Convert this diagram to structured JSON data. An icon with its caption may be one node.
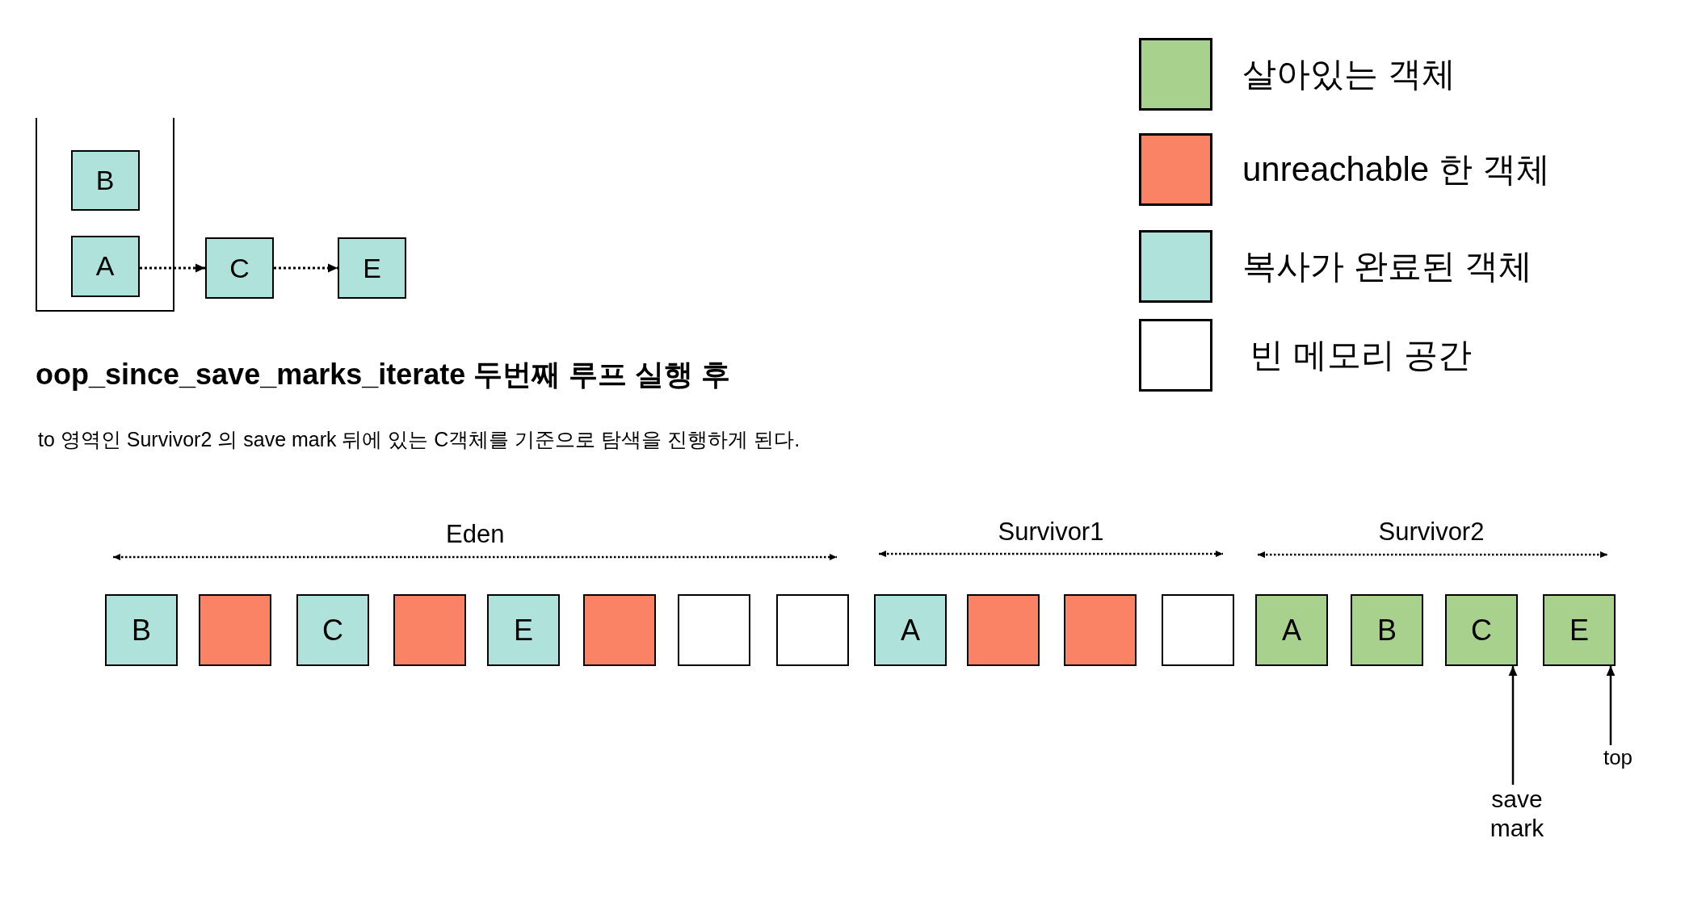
{
  "diagram": {
    "title": "oop_since_save_marks_iterate 두번째 루프 실행 후",
    "nodes": [
      {
        "text": [],
        "shape": "box"
      },
      {
        "text": [
          "B"
        ],
        "in": 0
      },
      {
        "text": [
          "A"
        ],
        "in": 0
      },
      {
        "text": [
          "C"
        ]
      },
      {
        "text": [
          "E"
        ]
      },
      {
        "text": [
          "B"
        ]
      },
      {
        "text": [],
        "shape": "box"
      },
      {
        "text": [
          "C"
        ]
      },
      {
        "text": [],
        "shape": "box"
      },
      {
        "text": [
          "E"
        ]
      },
      {
        "text": [],
        "shape": "box"
      },
      {
        "text": [],
        "shape": "box"
      },
      {
        "text": [],
        "shape": "box"
      },
      {
        "text": [
          "A"
        ]
      },
      {
        "text": [],
        "shape": "box"
      },
      {
        "text": [],
        "shape": "box"
      },
      {
        "text": [],
        "shape": "box"
      },
      {
        "text": [
          "A"
        ]
      },
      {
        "text": [
          "B"
        ]
      },
      {
        "text": [
          "C"
        ]
      },
      {
        "text": [
          "E"
        ]
      },
      {
        "text": [
          "save mark"
        ]
      },
      {
        "text": [
          "top"
        ]
      }
    ],
    "edges": [
      {
        "from": 2,
        "to": 3,
        "arrow": "to",
        "style": "dashed"
      },
      {
        "from": 3,
        "to": 4,
        "arrow": "to",
        "style": "dashed"
      },
      {
        "from": 21,
        "to": 19,
        "arrow": "to"
      },
      {
        "from": 22,
        "to": 20,
        "arrow": "to"
      }
    ],
    "labels": [
      "to 영역인 Survivor2 의 save mark 뒤에 있는 C객체를 기준으로 탐색을 진행하게 된다.",
      "Eden",
      "Survivor1",
      "Survivor2"
    ],
    "legend": [
      {
        "text": "살아있는 객체",
        "color": "#a9d18e"
      },
      {
        "text": "unreachable 한 객체",
        "color": "#fa8366"
      },
      {
        "text": "복사가 완료된 객체",
        "color": "#b0e2dc"
      },
      {
        "text": "빈 메모리 공간",
        "color": "#ffffff"
      }
    ]
  }
}
